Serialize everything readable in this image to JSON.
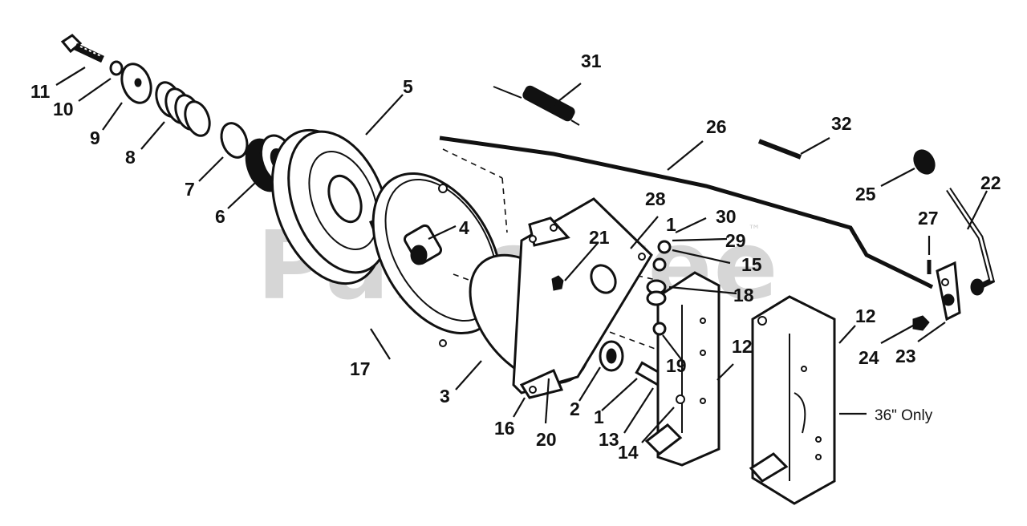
{
  "watermark": {
    "text": "PartsTree",
    "trademark": "™"
  },
  "note": "36\" Only",
  "callouts": [
    "11",
    "10",
    "9",
    "8",
    "7",
    "6",
    "5",
    "4",
    "3",
    "2",
    "1",
    "1",
    "12",
    "12",
    "13",
    "14",
    "15",
    "16",
    "17",
    "18",
    "19",
    "20",
    "21",
    "22",
    "23",
    "24",
    "25",
    "26",
    "27",
    "28",
    "29",
    "30",
    "31",
    "32"
  ]
}
